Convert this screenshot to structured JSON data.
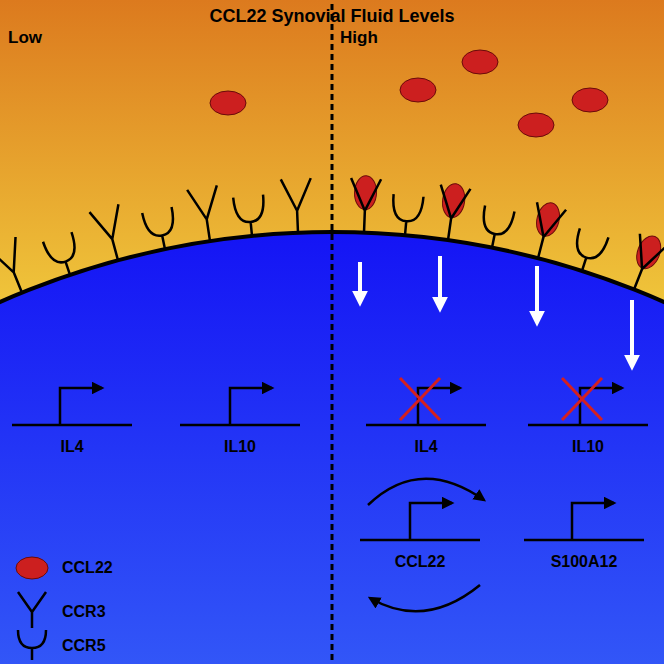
{
  "diagram": {
    "title": "CCL22 Synovial Fluid Levels",
    "labels": [
      "Low",
      "High",
      "IL4",
      "IL10",
      "IL4",
      "IL10",
      "CCL22",
      "S100A12"
    ],
    "legend": [
      {
        "text": "CCL22"
      },
      {
        "text": "CCR3"
      },
      {
        "text": "CCR5"
      }
    ]
  }
}
